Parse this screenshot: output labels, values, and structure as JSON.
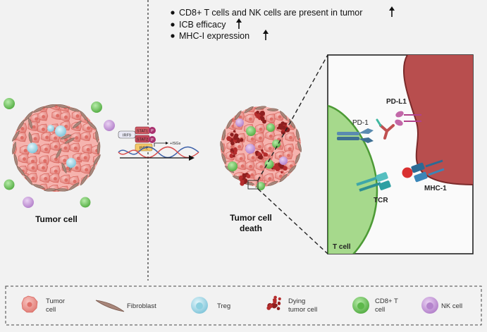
{
  "bullets": [
    {
      "text": "CD8+ T cells and NK cells are present in tumor"
    },
    {
      "text": "ICB efficacy"
    },
    {
      "text": "MHC-I expression"
    }
  ],
  "labels": {
    "tumor_cell": "Tumor cell",
    "tumor_cell_death_line1": "Tumor cell",
    "tumor_cell_death_line2": "death"
  },
  "pathway": {
    "irf9": "IRF9",
    "stat1": "STAT1",
    "stat2": "STAT2",
    "p": "P",
    "isre": "ISRE",
    "isgs": "+ISGs"
  },
  "zoom": {
    "pd1": "PD-1",
    "pdl1": "PD-L1",
    "tcr": "TCR",
    "mhc1": "MHC-1",
    "tcell": "T cell"
  },
  "legend": [
    {
      "id": "tumor",
      "line1": "Tumor",
      "line2": "cell"
    },
    {
      "id": "fibroblast",
      "line1": "Fibroblast",
      "line2": ""
    },
    {
      "id": "treg",
      "line1": "Treg",
      "line2": ""
    },
    {
      "id": "dying",
      "line1": "Dying",
      "line2": "tumor cell"
    },
    {
      "id": "cd8",
      "line1": "CD8+ T",
      "line2": "cell"
    },
    {
      "id": "nk",
      "line1": "NK cell",
      "line2": ""
    }
  ],
  "colors": {
    "tumor": "#f29b96",
    "tumor_dark": "#d9675f",
    "fibroblast": "#a8867a",
    "treg": "#a9dcea",
    "dying": "#b52d2d",
    "cd8": "#7ccf6b",
    "nk": "#cc9fdf",
    "tumor_cell_right": "#b84e4e",
    "tcell_zoom": "#a6d98c"
  }
}
